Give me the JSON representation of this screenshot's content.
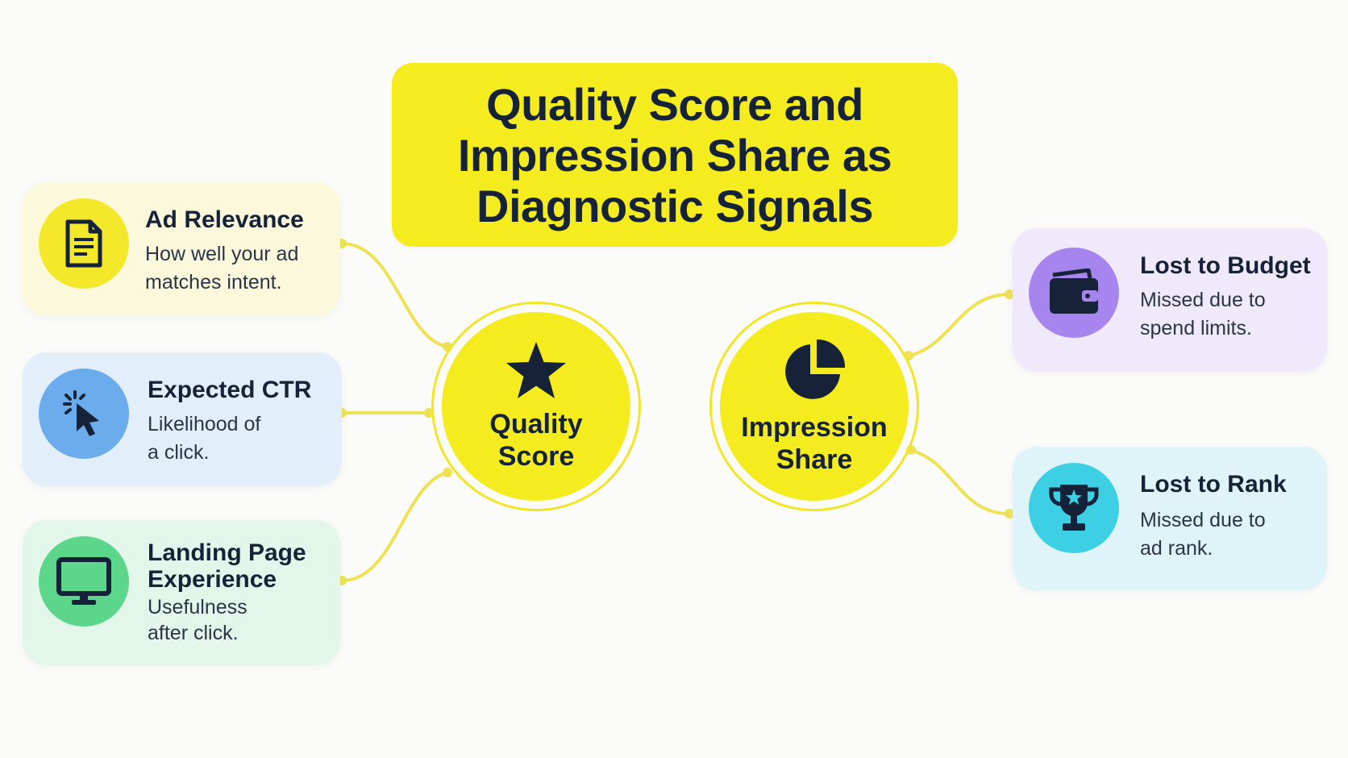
{
  "title": "Quality Score and Impression Share as Diagnostic Signals",
  "hubs": {
    "quality": {
      "label": "Quality Score",
      "icon": "star-icon"
    },
    "impression": {
      "label": "Impression Share",
      "icon": "pie-chart-icon"
    }
  },
  "factors": [
    {
      "title": "Ad Relevance",
      "desc": "How well your ad matches intent.",
      "icon": "document-icon",
      "color": "#f3e82a",
      "bg": "#fbf8dc"
    },
    {
      "title": "Expected CTR",
      "desc": "Likelihood of a click.",
      "icon": "cursor-click-icon",
      "color": "#6aacec",
      "bg": "#e3eefb"
    },
    {
      "title": "Landing Page Experience",
      "desc": "Usefulness after click.",
      "icon": "monitor-icon",
      "color": "#5bd68a",
      "bg": "#e2f6e9"
    }
  ],
  "losses": [
    {
      "title": "Lost to Budget",
      "desc": "Missed due to spend limits.",
      "icon": "wallet-icon",
      "color": "#a685ee",
      "bg": "#efe9fb"
    },
    {
      "title": "Lost to Rank",
      "desc": "Missed due to ad rank.",
      "icon": "trophy-icon",
      "color": "#3dcfe3",
      "bg": "#dff4f8"
    }
  ],
  "colors": {
    "accent": "#f5ec1f",
    "text": "#152238"
  }
}
